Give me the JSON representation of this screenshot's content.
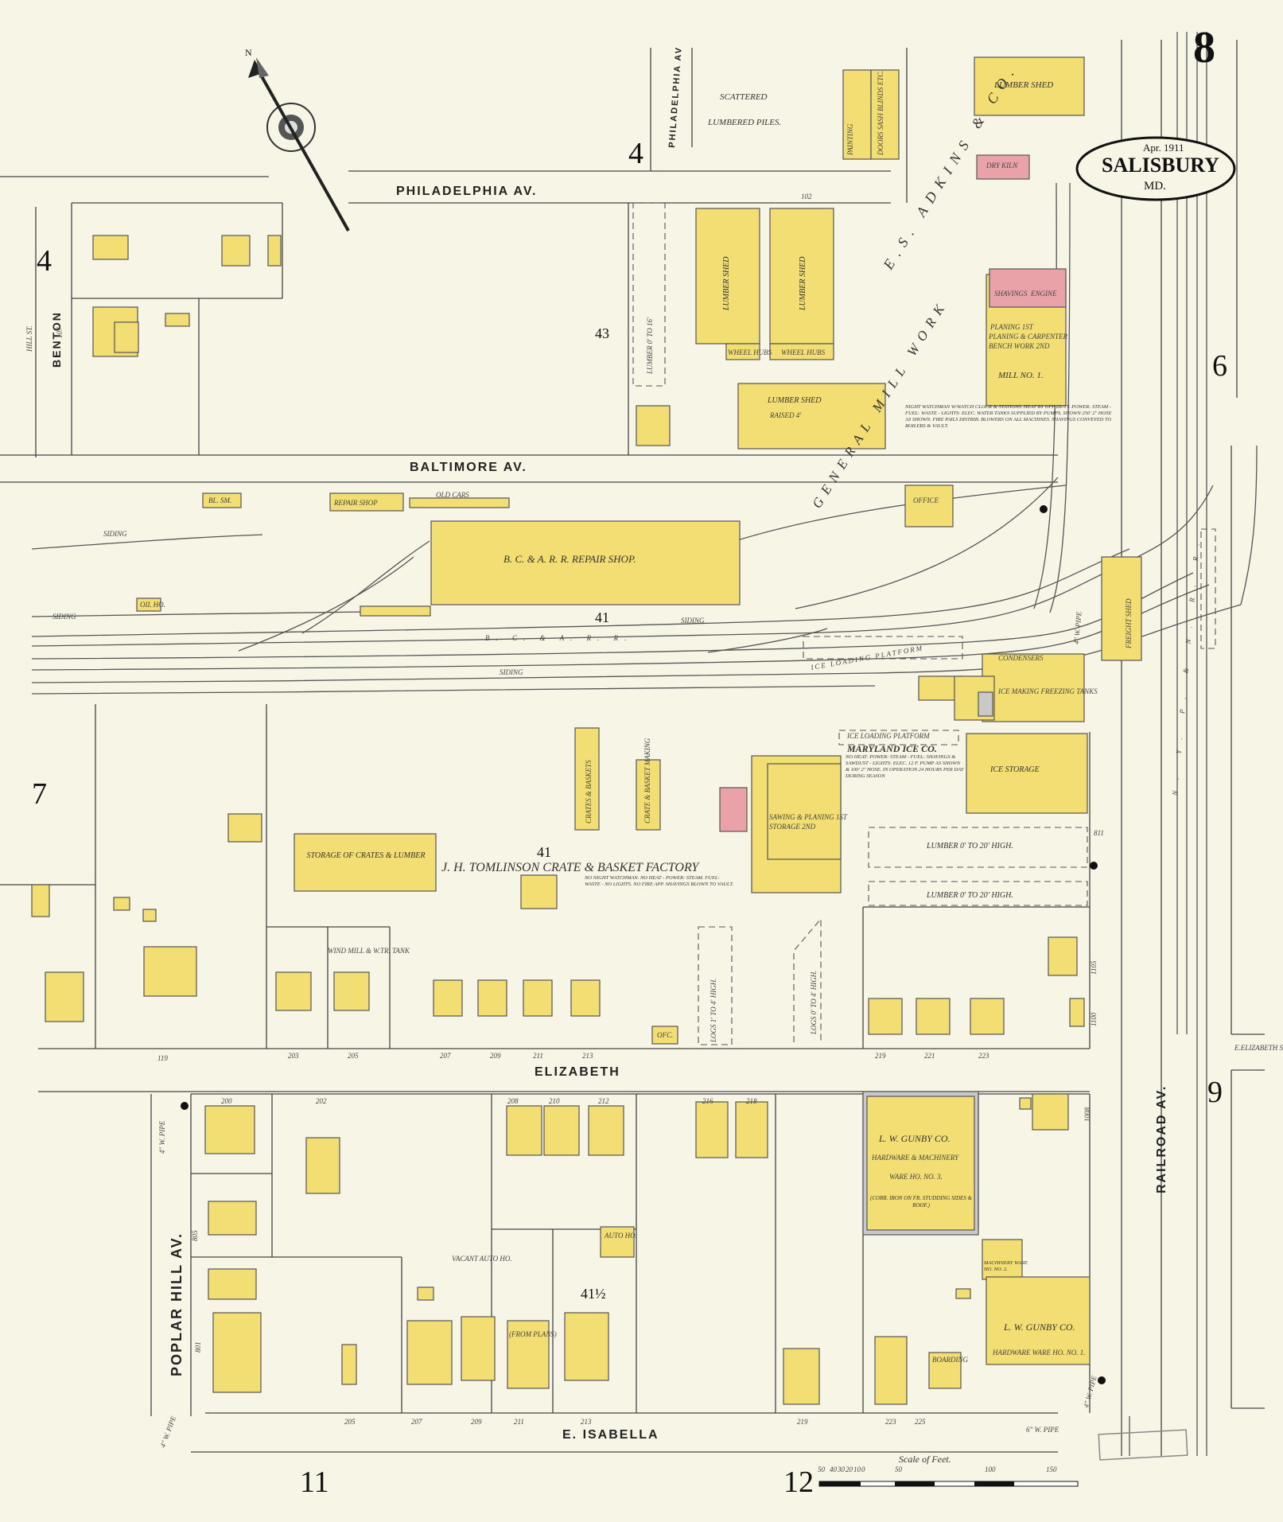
{
  "sheet": {
    "page_number": "8",
    "date": "Apr. 1911",
    "town": "SALISBURY",
    "state": "MD.",
    "scale_label": "Scale of Feet.",
    "scale_ticks": [
      "50",
      "40",
      "30",
      "20",
      "10",
      "0",
      "50",
      "100",
      "150"
    ]
  },
  "streets": {
    "philadelphia_av": "PHILADELPHIA AV.",
    "philadelphia_av_short": "PHILADELPHIA AV",
    "baltimore_av": "BALTIMORE AV.",
    "elizabeth": "ELIZABETH",
    "e_isabella": "E. ISABELLA",
    "poplar_hill_av": "POPLAR HILL AV.",
    "benton": "BENTON",
    "railroad_av": "RAILROAD AV.",
    "e_elizabeth_st": "E.ELIZABETH ST.",
    "hill_st": "HILL ST."
  },
  "adjoining_sheets": {
    "top": "4",
    "left_top": "4",
    "left_mid": "7",
    "right_top": "6",
    "right_mid": "9",
    "bottom_left": "11",
    "bottom_mid": "12"
  },
  "blocks": {
    "b43": "43",
    "b41_upper": "41",
    "b41_lower": "41",
    "b41_half": "41½"
  },
  "labels": {
    "scattered_piles_1": "SCATTERED",
    "scattered_piles_2": "LUMBERED PILES.",
    "lumber_shed_top": "LUMBER SHED",
    "dry_kiln": "DRY KILN",
    "lumber_shed_a": "LUMBER SHED",
    "lumber_shed_b": "LUMBER SHED",
    "wheel_hubs_a": "WHEEL HUBS",
    "wheel_hubs_b": "WHEEL HUBS",
    "lumber_shed_raised": "LUMBER SHED",
    "raised": "RAISED 4'",
    "lumber_pile": "LUMBER 0' TO 16'",
    "painting": "PAINTING",
    "doors_sash": "DOORS SASH BLINDS ETC.",
    "adkins_co": "E.S. ADKINS & CO.",
    "general_mill_work": "GENERAL MILL WORK",
    "planing": "PLANING 1ST",
    "planing_carpenter": "PLANING & CARPENTER",
    "bench_work": "BENCH WORK 2ND",
    "mill_no1": "MILL NO. 1.",
    "shavings": "SHAVINGS",
    "engine": "ENGINE",
    "night_watchman_top": "NIGHT WATCHMAN W/WATCH CLOCK & STATIONS. HEAT BY OFF DUTY. POWER: STEAM - FUEL: WASTE - LIGHTS: ELEC. WATER TANKS SUPPLIED BY PUMPS. SHOWN 250' 2\" HOSE AS SHOWN. FIRE PAILS DISTRIB. BLOWERS ON ALL MACHINES. SHAVINGS CONVEYED TO BOILERS & VAULT.",
    "office": "OFFICE",
    "repair_shop_small": "REPAIR SHOP",
    "old_cars": "OLD CARS",
    "bl_sm": "BL. SM.",
    "oil_ho": "OIL HO.",
    "repair_shop_big": "B. C. & A. R. R. REPAIR SHOP.",
    "siding_1": "SIDING",
    "siding_2": "SIDING",
    "siding_3": "SIDING",
    "siding_4": "SIDING",
    "bcarr": "B. C. & A. R. R.",
    "ice_platform_top": "ICE LOADING PLATFORM",
    "freight_shed": "FREIGHT SHED",
    "nypn": "N. Y. P. & N. R. R.",
    "maryland_ice": "MARYLAND ICE CO.",
    "ice_note": "NO HEAT: POWER: STEAM - FUEL: SHAVINGS & SAWDUST - LIGHTS: ELEC. 12 F. PUMP AS SHOWN & 100' 2\" HOSE. IN OPERATION 24 HOURS PER DAY DURING SEASON",
    "ice_storage": "ICE STORAGE",
    "ice_freezing": "ICE MAKING FREEZING TANKS",
    "ice_loading": "ICE LOADING PLATFORM",
    "condensers": "CONDENSERS",
    "lumber_20_a": "LUMBER 0' TO 20' HIGH.",
    "lumber_20_b": "LUMBER 0' TO 20' HIGH.",
    "tomlinson": "J. H. TOMLINSON CRATE & BASKET FACTORY",
    "tomlinson_note": "NO NIGHT WATCHMAN. NO HEAT - POWER: STEAM. FUEL: WASTE - NO LIGHTS. NO FIRE APP. SHAVINGS BLOWN TO VAULT.",
    "storage_crates": "STORAGE OF CRATES & LUMBER",
    "crates_baskets": "CRATES & BASKETS",
    "crate_basket_making": "CRATE & BASKET MAKING",
    "sawing_planing": "SAWING & PLANING 1ST",
    "storage_2nd": "STORAGE 2ND",
    "logs_a": "LOGS 1' TO 4' HIGH.",
    "logs_b": "LOGS 0' TO 4' HIGH.",
    "windmill": "WIND MILL & W.TR. TANK",
    "gunby3_1": "L. W. GUNBY CO.",
    "gunby3_2": "HARDWARE & MACHINERY",
    "gunby3_3": "WARE HO. NO. 3.",
    "gunby3_4": "(CORR. IRON ON FR. STUDDING SIDES & ROOF.)",
    "gunby1_1": "L. W. GUNBY CO.",
    "gunby1_2": "HARDWARE WARE HO. NO. 1.",
    "machinery_no2": "MACHINERY WARE HO. NO. 2.",
    "boarding": "BOARDING",
    "from_plans": "(FROM PLANS)",
    "vacant_auto": "VACANT AUTO HO.",
    "auto_ho": "AUTO HO.",
    "ofc": "OFC.",
    "pipe_1": "4\" W. PIPE",
    "pipe_2": "4\" W. PIPE",
    "pipe_3": "4\" W. PIPE",
    "pipe_4": "4\" W. PIPE",
    "pipe_5": "6\" W. PIPE"
  },
  "addresses_elizabeth_north": [
    "119",
    "203",
    "205",
    "207",
    "209",
    "211",
    "213",
    "219",
    "221",
    "223"
  ],
  "addresses_elizabeth_south": [
    "200",
    "202",
    "208",
    "210",
    "212",
    "216",
    "218",
    "1008"
  ],
  "addresses_isabella": [
    "205",
    "207",
    "209",
    "211",
    "213",
    "219",
    "223",
    "225"
  ],
  "address_misc": [
    "102",
    "107",
    "801",
    "805",
    "811",
    "1100",
    "1105"
  ],
  "compass_label": "N"
}
